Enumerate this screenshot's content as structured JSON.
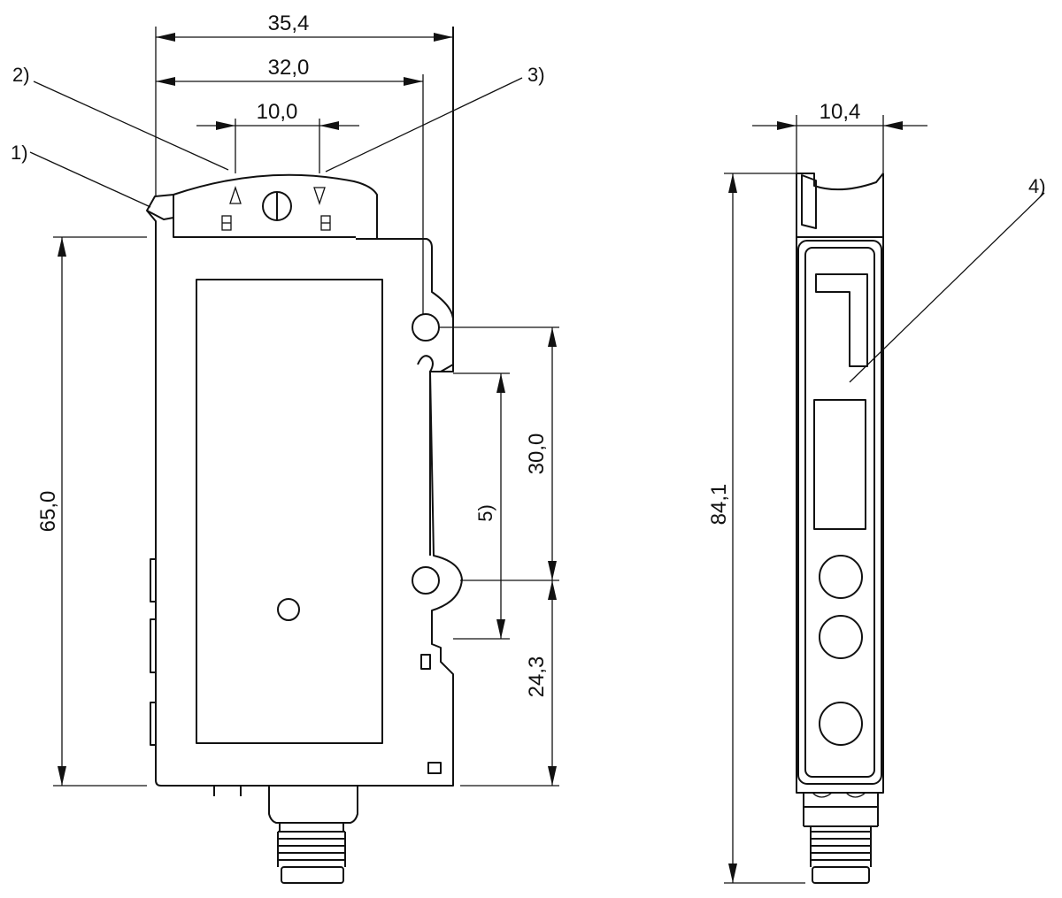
{
  "drawing": {
    "dimensions": {
      "width_total": "35,4",
      "width_mount": "32,0",
      "spacing_indicators": "10,0",
      "height_front": "65,0",
      "hole_spacing": "30,0",
      "hole_to_bottom": "24,3",
      "side_width": "10,4",
      "height_side": "84,1"
    },
    "callouts": {
      "c1": "1)",
      "c2": "2)",
      "c3": "3)",
      "c4": "4)",
      "c5": "5)"
    }
  }
}
